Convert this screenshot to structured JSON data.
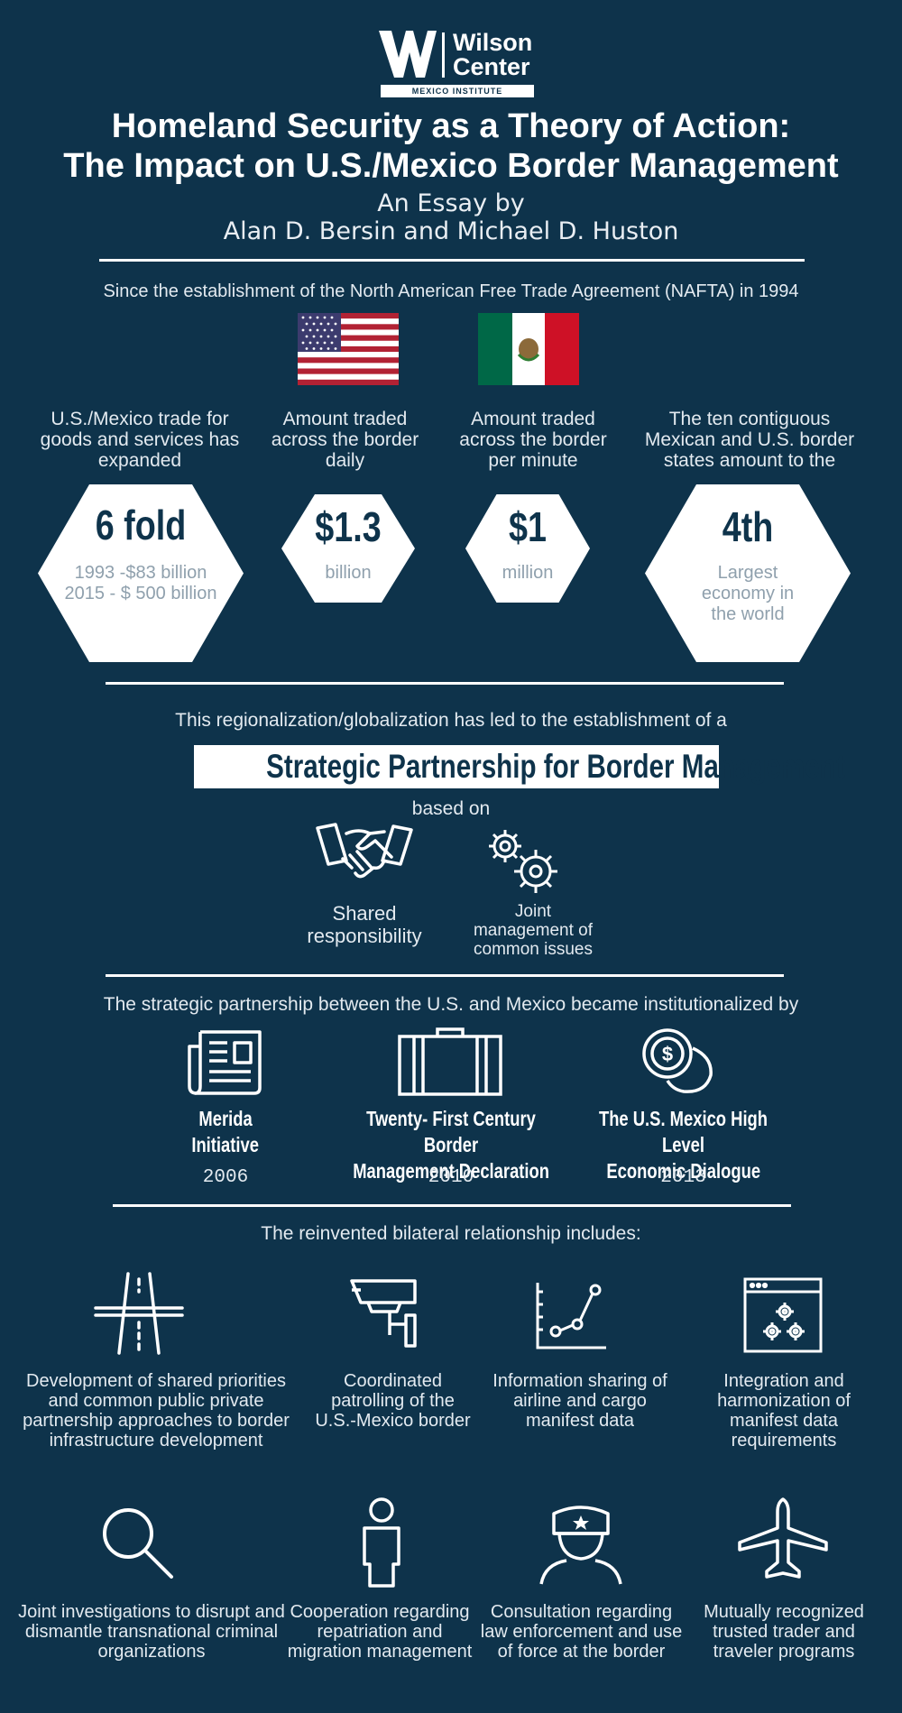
{
  "header": {
    "logo_name": "Wilson\nCenter",
    "logo_line1": "Wilson",
    "logo_line2": "Center",
    "logo_sub": "MEXICO INSTITUTE",
    "title_line1": "Homeland Security as a Theory of Action:",
    "title_line2": "The Impact on U.S./Mexico Border Management",
    "byline_line1": "An Essay by",
    "byline_line2": "Alan D. Bersin and Michael D. Huston"
  },
  "nafta": {
    "intro": "Since the establishment of the North American Free Trade Agreement (NAFTA) in 1994",
    "stats": [
      {
        "caption": "U.S./Mexico trade for goods and services has expanded",
        "value": "6 fold",
        "sub": "1993 -$83 billion\n2015 - $ 500 billion"
      },
      {
        "caption": "Amount traded across the border daily",
        "value": "$1.3",
        "sub": "billion"
      },
      {
        "caption": "Amount traded across the border per minute",
        "value": "$1",
        "sub": "million"
      },
      {
        "caption": "The ten contiguous Mexican and U.S. border states amount to the",
        "value": "4th",
        "sub": "Largest economy in the world"
      }
    ]
  },
  "partnership": {
    "lead": "This regionalization/globalization has led to the establishment of a",
    "title": "Strategic Partnership for Border Management",
    "based_on": "based on",
    "pillars": [
      {
        "label": "Shared responsibility",
        "icon": "handshake-icon"
      },
      {
        "label": "Joint management of common issues",
        "icon": "gears-icon"
      }
    ]
  },
  "institutionalized": {
    "lead": "The strategic partnership between the U.S. and Mexico became institutionalized by",
    "items": [
      {
        "name_line1": "Merida",
        "name_line2": "Initiative",
        "year": "2006",
        "icon": "newspaper-icon"
      },
      {
        "name_line1": "Twenty- First Century Border",
        "name_line2": "Management Declaration",
        "year": "2010",
        "icon": "briefcase-icon"
      },
      {
        "name_line1": "The U.S. Mexico High Level",
        "name_line2": "Economic Dialogue",
        "year": "2013",
        "icon": "coins-icon"
      }
    ]
  },
  "bilateral": {
    "lead": "The reinvented bilateral relationship includes:",
    "items": [
      {
        "text": "Development of shared priorities and common public private partnership approaches to border infrastructure development",
        "icon": "road-icon"
      },
      {
        "text": "Coordinated patrolling of the U.S.-Mexico border",
        "icon": "security-camera-icon"
      },
      {
        "text": "Information sharing of airline and cargo manifest data",
        "icon": "line-graph-icon"
      },
      {
        "text": "Integration and harmonization of manifest data requirements",
        "icon": "browser-gears-icon"
      },
      {
        "text": "Joint investigations to disrupt and dismantle transnational criminal organizations",
        "icon": "magnifier-icon"
      },
      {
        "text": "Cooperation regarding repatriation and migration management",
        "icon": "person-icon"
      },
      {
        "text": "Consultation regarding law enforcement and use of force at the border",
        "icon": "police-officer-icon"
      },
      {
        "text": "Mutually recognized trusted trader and traveler programs",
        "icon": "airplane-icon"
      }
    ]
  },
  "colors": {
    "background": "#0e334b",
    "accent": "#ffffff",
    "hex_text": "#0e334b",
    "hex_sub": "#8fa0ad"
  }
}
